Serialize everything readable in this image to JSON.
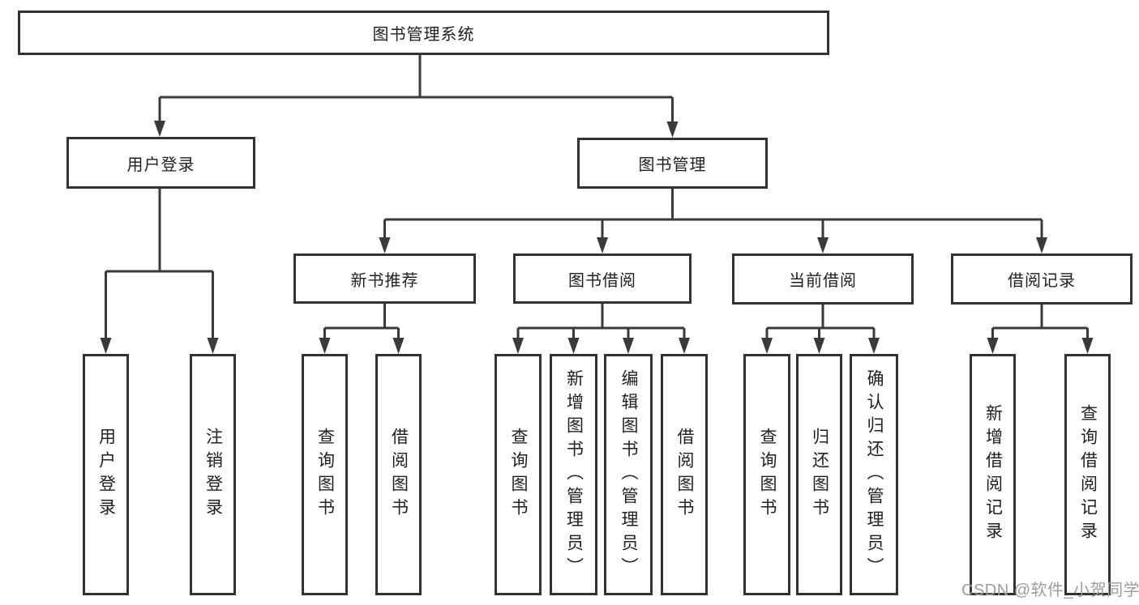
{
  "diagram": {
    "title_node": {
      "label": "图书管理系统"
    },
    "level2": [
      {
        "label": "用户登录"
      },
      {
        "label": "图书管理"
      }
    ],
    "level3": [
      {
        "label": "新书推荐"
      },
      {
        "label": "图书借阅"
      },
      {
        "label": "当前借阅"
      },
      {
        "label": "借阅记录"
      }
    ],
    "leaves": [
      {
        "label": "用户登录"
      },
      {
        "label": "注销登录"
      },
      {
        "label": "查询图书"
      },
      {
        "label": "借阅图书"
      },
      {
        "label": "查询图书"
      },
      {
        "label": "新增图书（管理员）"
      },
      {
        "label": "编辑图书（管理员）"
      },
      {
        "label": "借阅图书"
      },
      {
        "label": "查询图书"
      },
      {
        "label": "归还图书"
      },
      {
        "label": "确认归还（管理员）"
      },
      {
        "label": "新增借阅记录"
      },
      {
        "label": "查询借阅记录"
      }
    ],
    "colors": {
      "line": "#3a3a3a",
      "box_border": "#333333",
      "text": "#1f1f1f",
      "background": "#ffffff",
      "watermark": "#9c9c9c"
    }
  },
  "watermark": {
    "text": "CSDN @软件_小贺同学"
  }
}
